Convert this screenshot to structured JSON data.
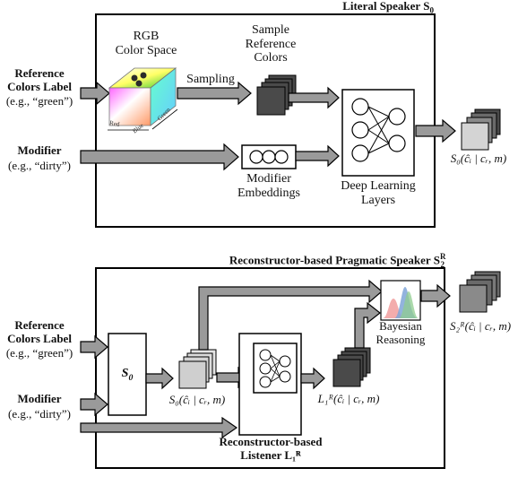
{
  "top": {
    "title": "Literal Speaker S",
    "title_sub": "0",
    "input_ref": {
      "line1": "Reference",
      "line2": "Colors Label",
      "line3": "(e.g., “green”)"
    },
    "input_mod": {
      "line1": "Modifier",
      "line2": "(e.g., “dirty”)"
    },
    "rgb": {
      "line1": "RGB",
      "line2": "Color Space",
      "axis_red": "Red",
      "axis_green": "Green",
      "axis_blue": "Blue"
    },
    "sampling": "Sampling",
    "sample": {
      "line1": "Sample",
      "line2": "Reference",
      "line3": "Colors"
    },
    "embed": {
      "line1": "Modifier",
      "line2": "Embeddings"
    },
    "deep": {
      "line1": "Deep Learning",
      "line2": "Layers"
    },
    "output": "S₀(ĉᵢ | cᵣ, m)"
  },
  "bottom": {
    "title": "Reconstructor-based Pragmatic Speaker S",
    "title_sup": "R",
    "title_sub": "2",
    "input_ref": {
      "line1": "Reference",
      "line2": "Colors Label",
      "line3": "(e.g., “green”)"
    },
    "input_mod": {
      "line1": "Modifier",
      "line2": "(e.g., “dirty”)"
    },
    "s0_box": "S",
    "s0_box_sub": "0",
    "s0_output": "S₀(ĉᵢ | cᵣ, m)",
    "listener_output": "L₁ᴿ(ĉᵢ | cᵣ, m)",
    "bayes": {
      "line1": "Bayesian",
      "line2": "Reasoning"
    },
    "listener": {
      "line1": "Reconstructor-based",
      "line2": "Listener L₁ᴿ"
    },
    "final_output": "S₂ᴿ(ĉᵢ | cᵣ, m)"
  },
  "colors": {
    "arrow_fill": "#9a9a9a",
    "stack_dark": "#4a4a4a",
    "stack_light": "#d4d4d4",
    "stack_mid": "#8a8a8a"
  }
}
